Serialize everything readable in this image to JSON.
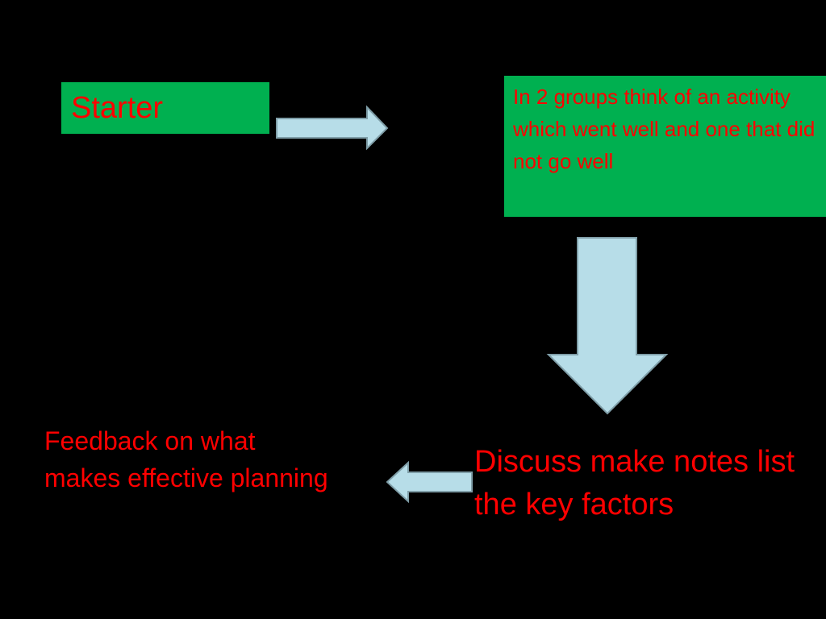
{
  "colors": {
    "background": "#000000",
    "box_fill": "#00b050",
    "text": "#ff0000",
    "arrow_fill": "#b7dde8",
    "arrow_stroke": "#7f9ea8"
  },
  "steps": {
    "starter": "Starter",
    "task": "In 2 groups think of an activity which went well and one that did not go well",
    "discuss": "Discuss make notes list the key factors",
    "feedback": "Feedback on what makes effective planning"
  },
  "arrows": {
    "first": "right-arrow",
    "second": "down-arrow",
    "third": "left-arrow"
  }
}
